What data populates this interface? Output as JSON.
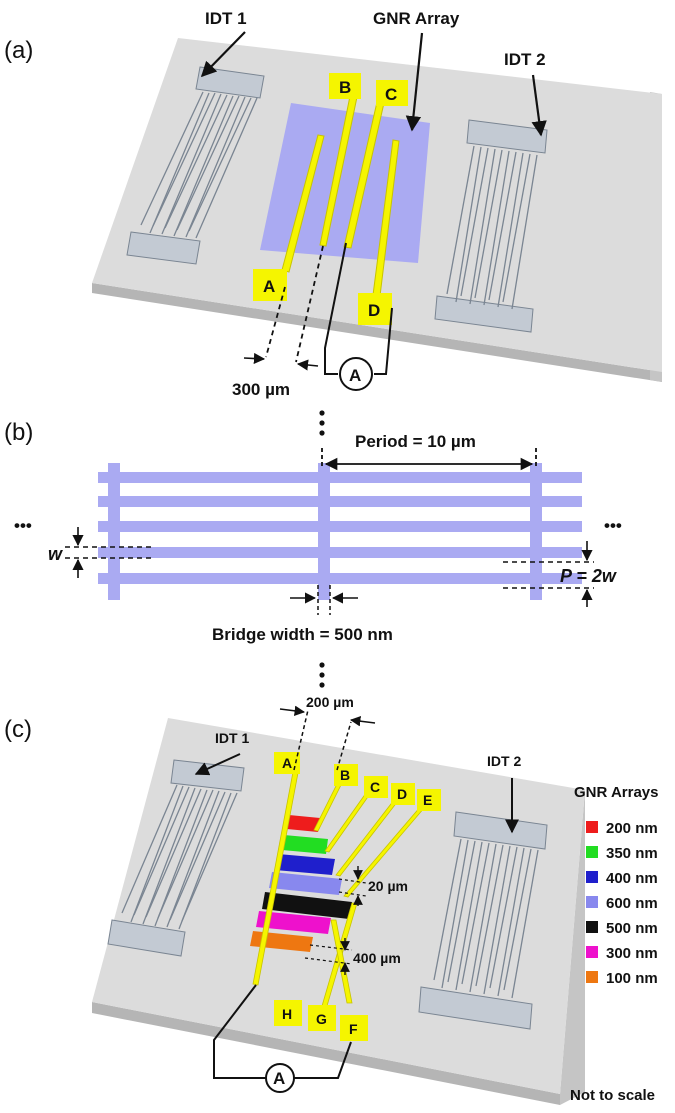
{
  "panel_a": {
    "panel_label": "(a)",
    "idt1": "IDT 1",
    "idt2": "IDT 2",
    "gnr_array": "GNR Array",
    "pads": [
      "A",
      "B",
      "C",
      "D"
    ],
    "spacing": "300 µm",
    "meter": "A"
  },
  "panel_b": {
    "panel_label": "(b)",
    "period": "Period = 10 µm",
    "w": "w",
    "p": "P = 2w",
    "bridge": "Bridge width = 500 nm",
    "ellipsis_left": "•••",
    "ellipsis_right": "•••"
  },
  "panel_c": {
    "panel_label": "(c)",
    "idt1": "IDT 1",
    "idt2": "IDT 2",
    "spacing_top": "200 µm",
    "spacing_mid": "20 µm",
    "spacing_bottom": "400 µm",
    "pads": [
      "A",
      "B",
      "C",
      "D",
      "E",
      "F",
      "G",
      "H"
    ],
    "meter": "A",
    "legend_title": "GNR Arrays",
    "legend": [
      {
        "label": "200 nm",
        "color": "#ee1c1c"
      },
      {
        "label": "350 nm",
        "color": "#22dd22"
      },
      {
        "label": "400 nm",
        "color": "#1f1fcc"
      },
      {
        "label": "600 nm",
        "color": "#8888ee"
      },
      {
        "label": "500 nm",
        "color": "#111111"
      },
      {
        "label": "300 nm",
        "color": "#ee11cc"
      },
      {
        "label": "100 nm",
        "color": "#ee7711"
      }
    ],
    "note": "Not to scale"
  },
  "colors": {
    "substrate_top": "#dcdcdc",
    "substrate_side": "#b5b5b5",
    "idt_pad": "#c3cad3",
    "gold": "#f5f500",
    "gnr": "#aaaaf2"
  }
}
